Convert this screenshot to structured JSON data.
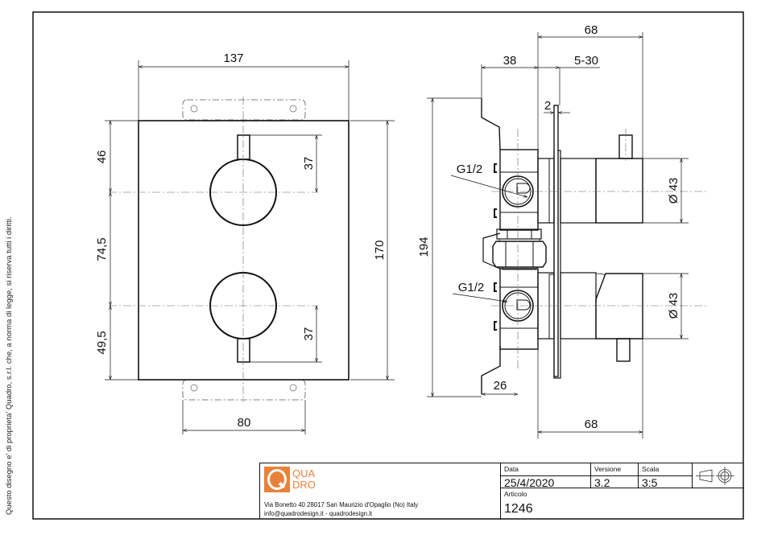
{
  "sheet": {
    "side_note": "Questo disegno e' di proprieta' Quadro, s.r.l. che, a norma di legge, si riserva tutti i diritti."
  },
  "front_view": {
    "dims": {
      "width_top": "137",
      "height_right": "170",
      "top_to_axis1": "46",
      "axis_spacing": "74,5",
      "axis2_to_bottom": "49,5",
      "lever_top": "37",
      "lever_bottom": "37",
      "bracket_width": "80"
    }
  },
  "side_view": {
    "dims": {
      "depth_top": "68",
      "body_depth": "38",
      "wall_range": "5-30",
      "plate_thickness": "2",
      "total_height": "194",
      "diameter_top": "Ø 43",
      "diameter_bottom": "Ø 43",
      "thread_top": "G1/2",
      "thread_bottom": "G1/2",
      "bracket_offset": "26",
      "depth_bottom": "68"
    }
  },
  "title_block": {
    "logo": {
      "line1": "QUA",
      "line2": "DRO",
      "color": "#e8823a"
    },
    "address": "Via Bonetto 40  28017 San Maurizio d'Opaglio (No) Italy",
    "contact": "info@quadrodesign.it  -  quadrodesign.it",
    "data_label": "Data",
    "data_value": "25/4/2020",
    "versione_label": "Versione",
    "versione_value": "3.2",
    "scala_label": "Scala",
    "scala_value": "3:5",
    "articolo_label": "Articolo",
    "articolo_value": "1246",
    "projection_symbol": "first-angle-projection-icon"
  }
}
